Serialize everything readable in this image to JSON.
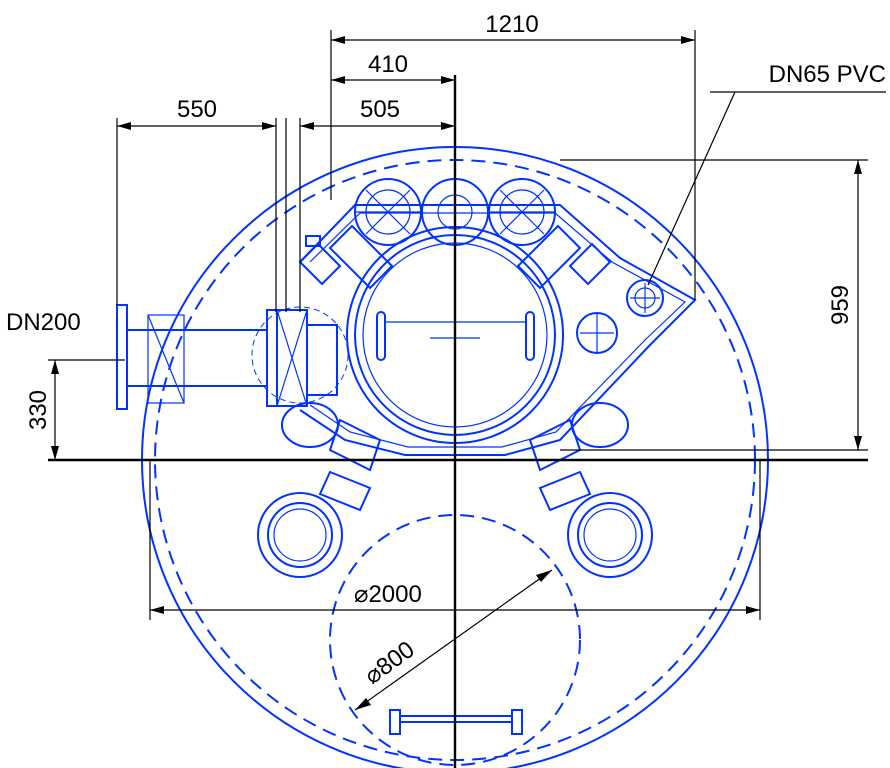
{
  "colors": {
    "outline": "#0033ff",
    "dimension": "#000000",
    "background": "#ffffff"
  },
  "dimensions": {
    "d1210": "1210",
    "d410": "410",
    "d550": "550",
    "d505": "505",
    "d959": "959",
    "d330": "330",
    "phi2000": "2000",
    "phi800": "800"
  },
  "labels": {
    "dn65": "DN65 PVC",
    "dn200": "DN200",
    "phi_symbol": "⌀"
  }
}
